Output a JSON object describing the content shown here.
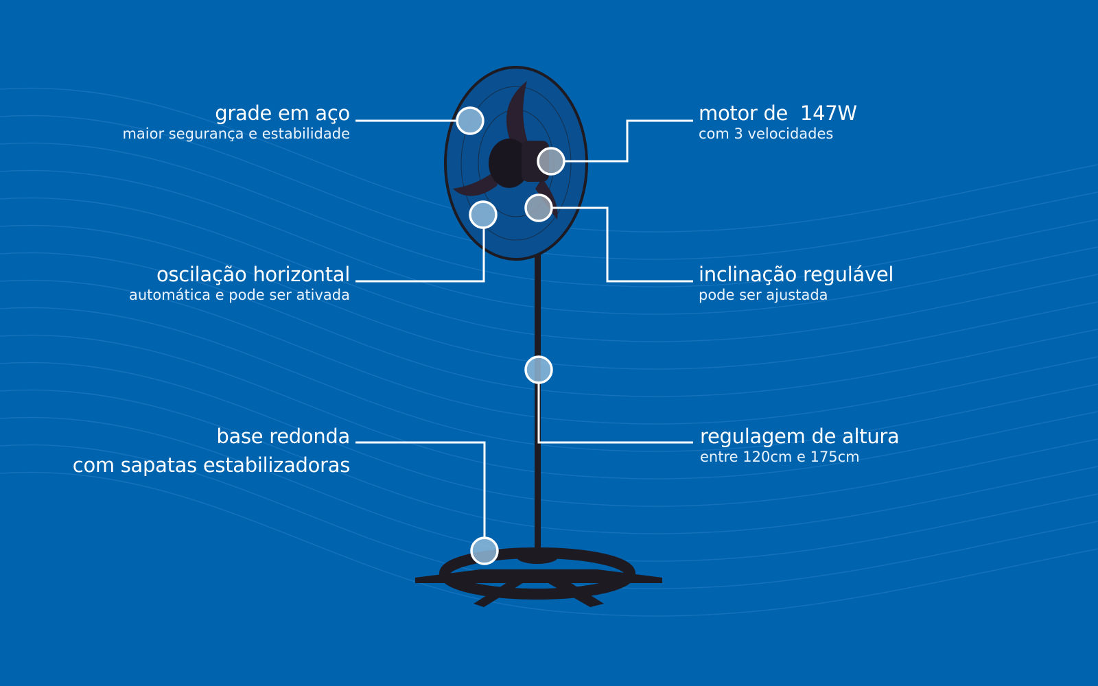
{
  "colors": {
    "background": "#0063ae",
    "line": "#ffffff",
    "dot": "#8fb8d8",
    "fan": "#1e1a22"
  },
  "features": {
    "grade": {
      "title": "grade em aço",
      "subtitle": "maior segurança e estabilidade"
    },
    "motor": {
      "title": "motor de  147W",
      "subtitle": "com 3 velocidades"
    },
    "oscilacao": {
      "title": "oscilação horizontal",
      "subtitle": "automática e pode ser ativada"
    },
    "inclinacao": {
      "title": "inclinação regulável",
      "subtitle": "pode ser ajustada"
    },
    "base": {
      "title": "base redonda",
      "subtitle": "com sapatas estabilizadoras"
    },
    "regulagem": {
      "title": "regulagem de altura",
      "subtitle": "entre 120cm e 175cm"
    }
  }
}
